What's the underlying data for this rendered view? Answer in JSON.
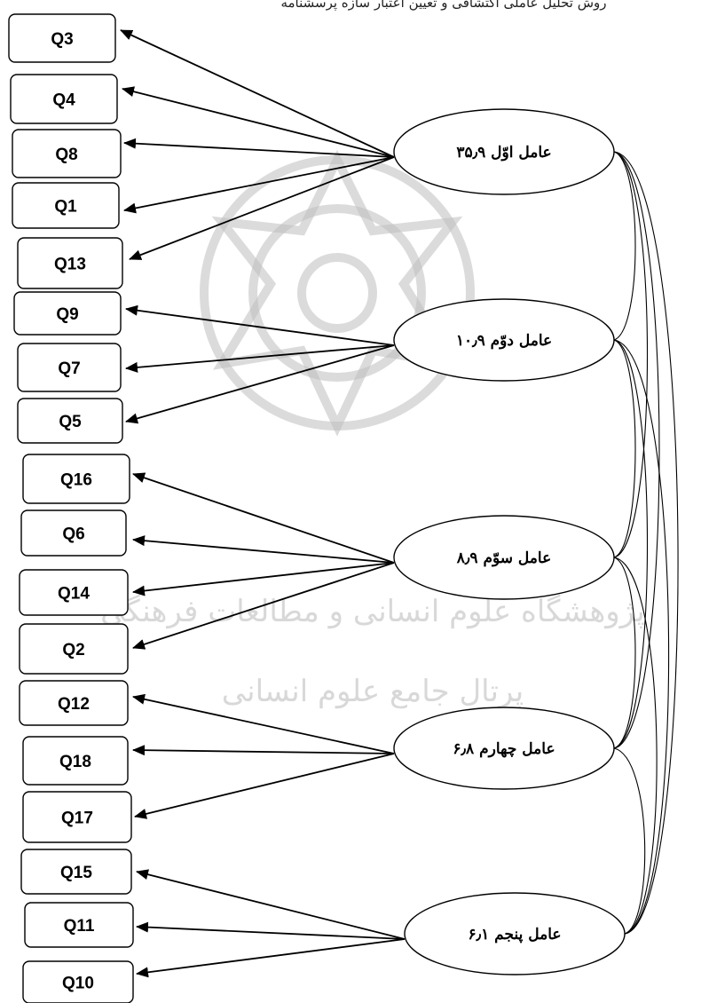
{
  "caption": "روش تحلیل عاملی اکتشافی و تعیین اعتبار سازه پرسشنامه",
  "watermark": {
    "line1": "پژوهشگاه علوم انسانی و مطالعات فرهنگی",
    "line2": "پرتال جامع علوم انسانی"
  },
  "colors": {
    "stroke": "#000000",
    "watermark": "#bdbdbd"
  },
  "factors": [
    {
      "id": "f1",
      "label": "عامل اوّل ۳۵٫۹",
      "variance": 35.9,
      "items": [
        "Q3",
        "Q4",
        "Q8",
        "Q1",
        "Q13"
      ]
    },
    {
      "id": "f2",
      "label": "عامل دوّم ۱۰٫۹",
      "variance": 10.9,
      "items": [
        "Q9",
        "Q7",
        "Q5"
      ]
    },
    {
      "id": "f3",
      "label": "عامل سوّم ۸٫۹",
      "variance": 8.9,
      "items": [
        "Q16",
        "Q6",
        "Q14",
        "Q2"
      ]
    },
    {
      "id": "f4",
      "label": "عامل چهارم ۶٫۸",
      "variance": 6.8,
      "items": [
        "Q12",
        "Q18",
        "Q17"
      ]
    },
    {
      "id": "f5",
      "label": "عامل پنجم ۶٫۱",
      "variance": 6.1,
      "items": [
        "Q15",
        "Q11",
        "Q10"
      ]
    }
  ],
  "items": [
    "Q3",
    "Q4",
    "Q8",
    "Q1",
    "Q13",
    "Q9",
    "Q7",
    "Q5",
    "Q16",
    "Q6",
    "Q14",
    "Q2",
    "Q12",
    "Q18",
    "Q17",
    "Q15",
    "Q11",
    "Q10"
  ]
}
